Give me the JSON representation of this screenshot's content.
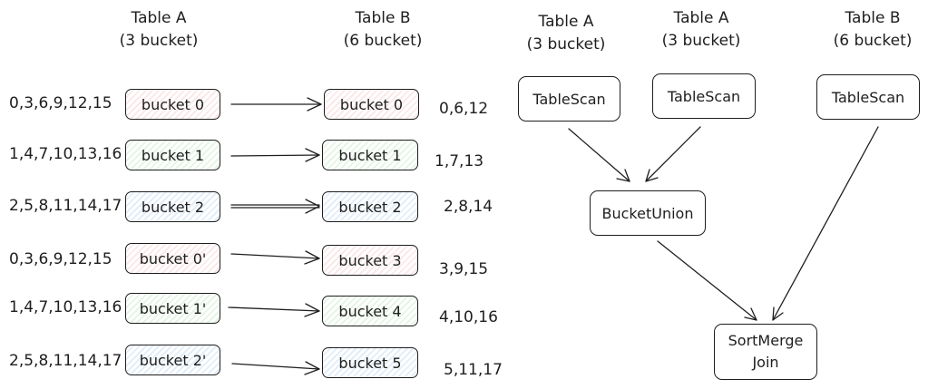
{
  "left": {
    "table_a": {
      "title": "Table A",
      "sub": "(3 bucket)"
    },
    "table_b": {
      "title": "Table B",
      "sub": "(6 bucket)"
    },
    "rows": [
      {
        "a_values": "0,3,6,9,12,15",
        "a_bucket": "bucket 0",
        "b_bucket": "bucket 0",
        "b_values": "0,6,12",
        "color": "red"
      },
      {
        "a_values": "1,4,7,10,13,16",
        "a_bucket": "bucket 1",
        "b_bucket": "bucket 1",
        "b_values": "1,7,13",
        "color": "green"
      },
      {
        "a_values": "2,5,8,11,14,17",
        "a_bucket": "bucket 2",
        "b_bucket": "bucket 2",
        "b_values": "2,8,14",
        "color": "blue"
      },
      {
        "a_values": "0,3,6,9,12,15",
        "a_bucket": "bucket 0'",
        "b_bucket": "bucket 3",
        "b_values": "3,9,15",
        "color": "red"
      },
      {
        "a_values": "1,4,7,10,13,16",
        "a_bucket": "bucket 1'",
        "b_bucket": "bucket 4",
        "b_values": "4,10,16",
        "color": "green"
      },
      {
        "a_values": "2,5,8,11,14,17",
        "a_bucket": "bucket 2'",
        "b_bucket": "bucket 5",
        "b_values": "5,11,17",
        "color": "blue"
      }
    ]
  },
  "plan": {
    "headers": [
      {
        "title": "Table A",
        "sub": "(3 bucket)"
      },
      {
        "title": "Table A",
        "sub": "(3 bucket)"
      },
      {
        "title": "Table B",
        "sub": "(6 bucket)"
      }
    ],
    "scan_label": "TableScan",
    "union_label": "BucketUnion",
    "join_line1": "SortMerge",
    "join_line2": "Join"
  }
}
